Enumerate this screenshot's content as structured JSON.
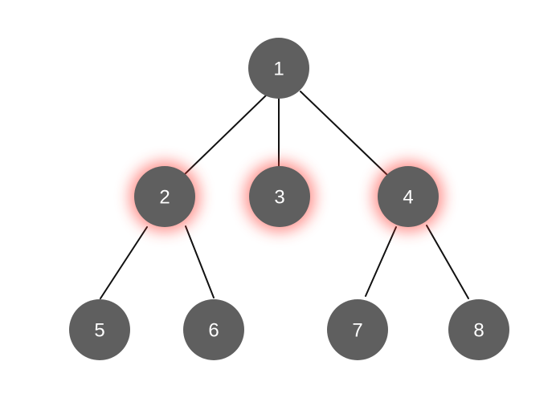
{
  "tree": {
    "node_color": "#5f5f5f",
    "label_color": "#ffffff",
    "edge_color": "#111111",
    "highlight_color": "#ff3b30",
    "nodes": [
      {
        "id": "1",
        "label": "1",
        "highlighted": false
      },
      {
        "id": "2",
        "label": "2",
        "highlighted": true
      },
      {
        "id": "3",
        "label": "3",
        "highlighted": true
      },
      {
        "id": "4",
        "label": "4",
        "highlighted": true
      },
      {
        "id": "5",
        "label": "5",
        "highlighted": false
      },
      {
        "id": "6",
        "label": "6",
        "highlighted": false
      },
      {
        "id": "7",
        "label": "7",
        "highlighted": false
      },
      {
        "id": "8",
        "label": "8",
        "highlighted": false
      }
    ],
    "edges": [
      {
        "from": "1",
        "to": "2"
      },
      {
        "from": "1",
        "to": "3"
      },
      {
        "from": "1",
        "to": "4"
      },
      {
        "from": "2",
        "to": "5"
      },
      {
        "from": "2",
        "to": "6"
      },
      {
        "from": "4",
        "to": "7"
      },
      {
        "from": "4",
        "to": "8"
      }
    ]
  }
}
